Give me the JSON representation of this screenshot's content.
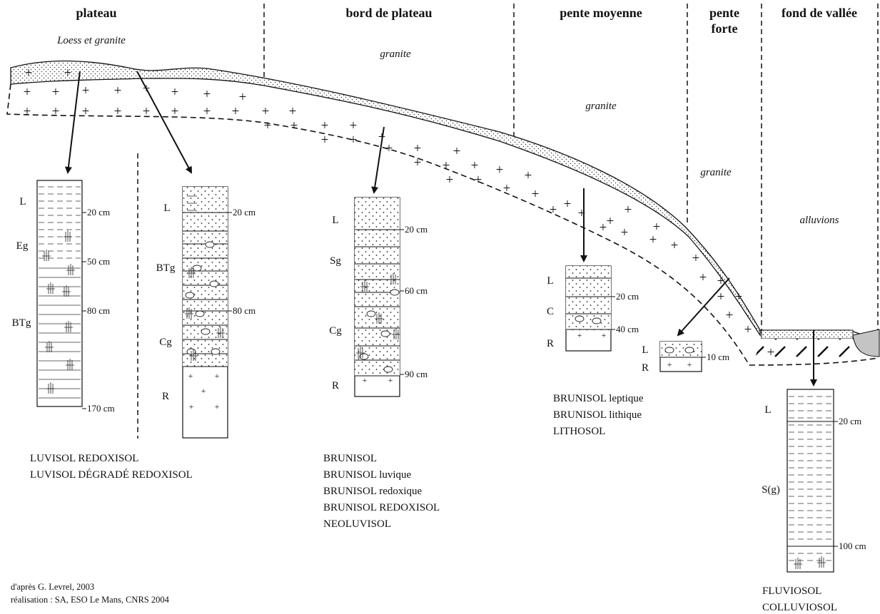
{
  "zones": [
    {
      "id": "plateau",
      "title": "plateau"
    },
    {
      "id": "bord",
      "title": "bord de plateau"
    },
    {
      "id": "pente_moy",
      "title": "pente moyenne"
    },
    {
      "id": "pente_forte",
      "title_lines": [
        "pente",
        "forte"
      ]
    },
    {
      "id": "fond",
      "title": "fond de vallée"
    }
  ],
  "rock_labels": {
    "plateau": "Loess et granite",
    "bord": "granite",
    "pente_moy": "granite",
    "pente_forte": "granite",
    "fond": "alluvions"
  },
  "profiles": [
    {
      "id": "p1",
      "horizons": [
        "L",
        "Eg",
        "BTg"
      ],
      "depths": [
        "20 cm",
        "50 cm",
        "80 cm",
        "170 cm"
      ]
    },
    {
      "id": "p2",
      "horizons": [
        "L",
        "BTg",
        "Cg",
        "R"
      ],
      "depths": [
        "20 cm",
        "80 cm"
      ]
    },
    {
      "id": "p3",
      "horizons": [
        "L",
        "Sg",
        "Cg",
        "R"
      ],
      "depths": [
        "20 cm",
        "60 cm",
        "90 cm"
      ]
    },
    {
      "id": "p4",
      "horizons": [
        "L",
        "C",
        "R"
      ],
      "depths": [
        "20 cm",
        "40 cm"
      ]
    },
    {
      "id": "p5",
      "horizons": [
        "L",
        "R"
      ],
      "depths": [
        "10 cm"
      ]
    },
    {
      "id": "p6",
      "horizons": [
        "L",
        "S(g)"
      ],
      "depths": [
        "20 cm",
        "100 cm"
      ]
    }
  ],
  "classifications": {
    "plateau": [
      "LUVISOL REDOXISOL",
      "LUVISOL DÉGRADÉ REDOXISOL"
    ],
    "bord": [
      "BRUNISOL",
      "BRUNISOL luvique",
      "BRUNISOL redoxique",
      "BRUNISOL REDOXISOL",
      "NEOLUVISOL"
    ],
    "pente": [
      "BRUNISOL leptique",
      "BRUNISOL lithique",
      "LITHOSOL"
    ],
    "fond": [
      "FLUVIOSOL",
      "COLLUVIOSOL"
    ]
  },
  "credits": [
    "d'après G. Levrel, 2003",
    "réalisation : SA, ESO Le Mans, CNRS 2004"
  ]
}
